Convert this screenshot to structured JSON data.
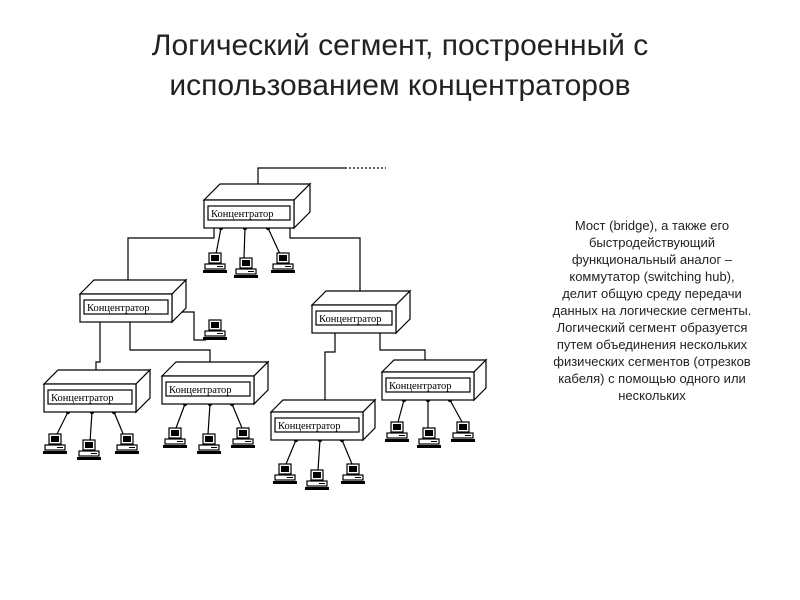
{
  "title": {
    "line1": "Логический сегмент, построенный с",
    "line2": "использованием концентраторов"
  },
  "diagram": {
    "hub_label": "Концентратор"
  },
  "description": {
    "lines": [
      "Мост (bridge), а также его",
      "быстродействующий",
      "функциональный аналог –",
      "коммутатор (switching hub),",
      "делит общую среду передачи",
      "данных на логические сегменты.",
      "Логический сегмент образуется",
      "путем объединения нескольких",
      "физических сегментов (отрезков",
      "кабеля) с помощью одного или",
      "нескольких"
    ]
  },
  "colors": {
    "text": "#222222",
    "lines": "#000000",
    "background": "#ffffff"
  }
}
